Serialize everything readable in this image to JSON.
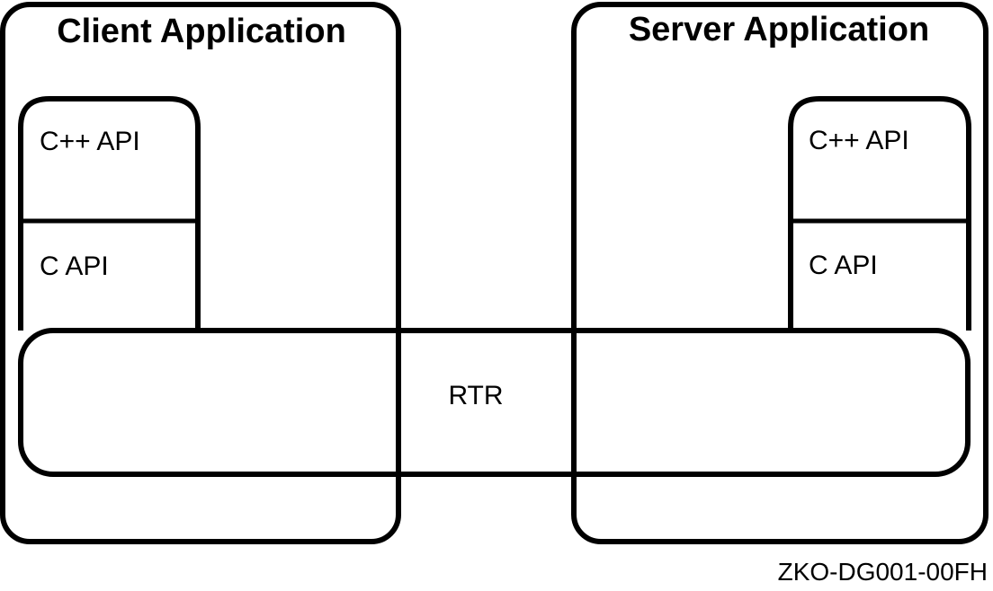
{
  "client": {
    "title": "Client Application",
    "layers": [
      "C++ API",
      "C API"
    ]
  },
  "server": {
    "title": "Server Application",
    "layers": [
      "C++ API",
      "C API"
    ]
  },
  "middleware": {
    "label": "RTR"
  },
  "figure_id": "ZKO-DG001-00FH"
}
